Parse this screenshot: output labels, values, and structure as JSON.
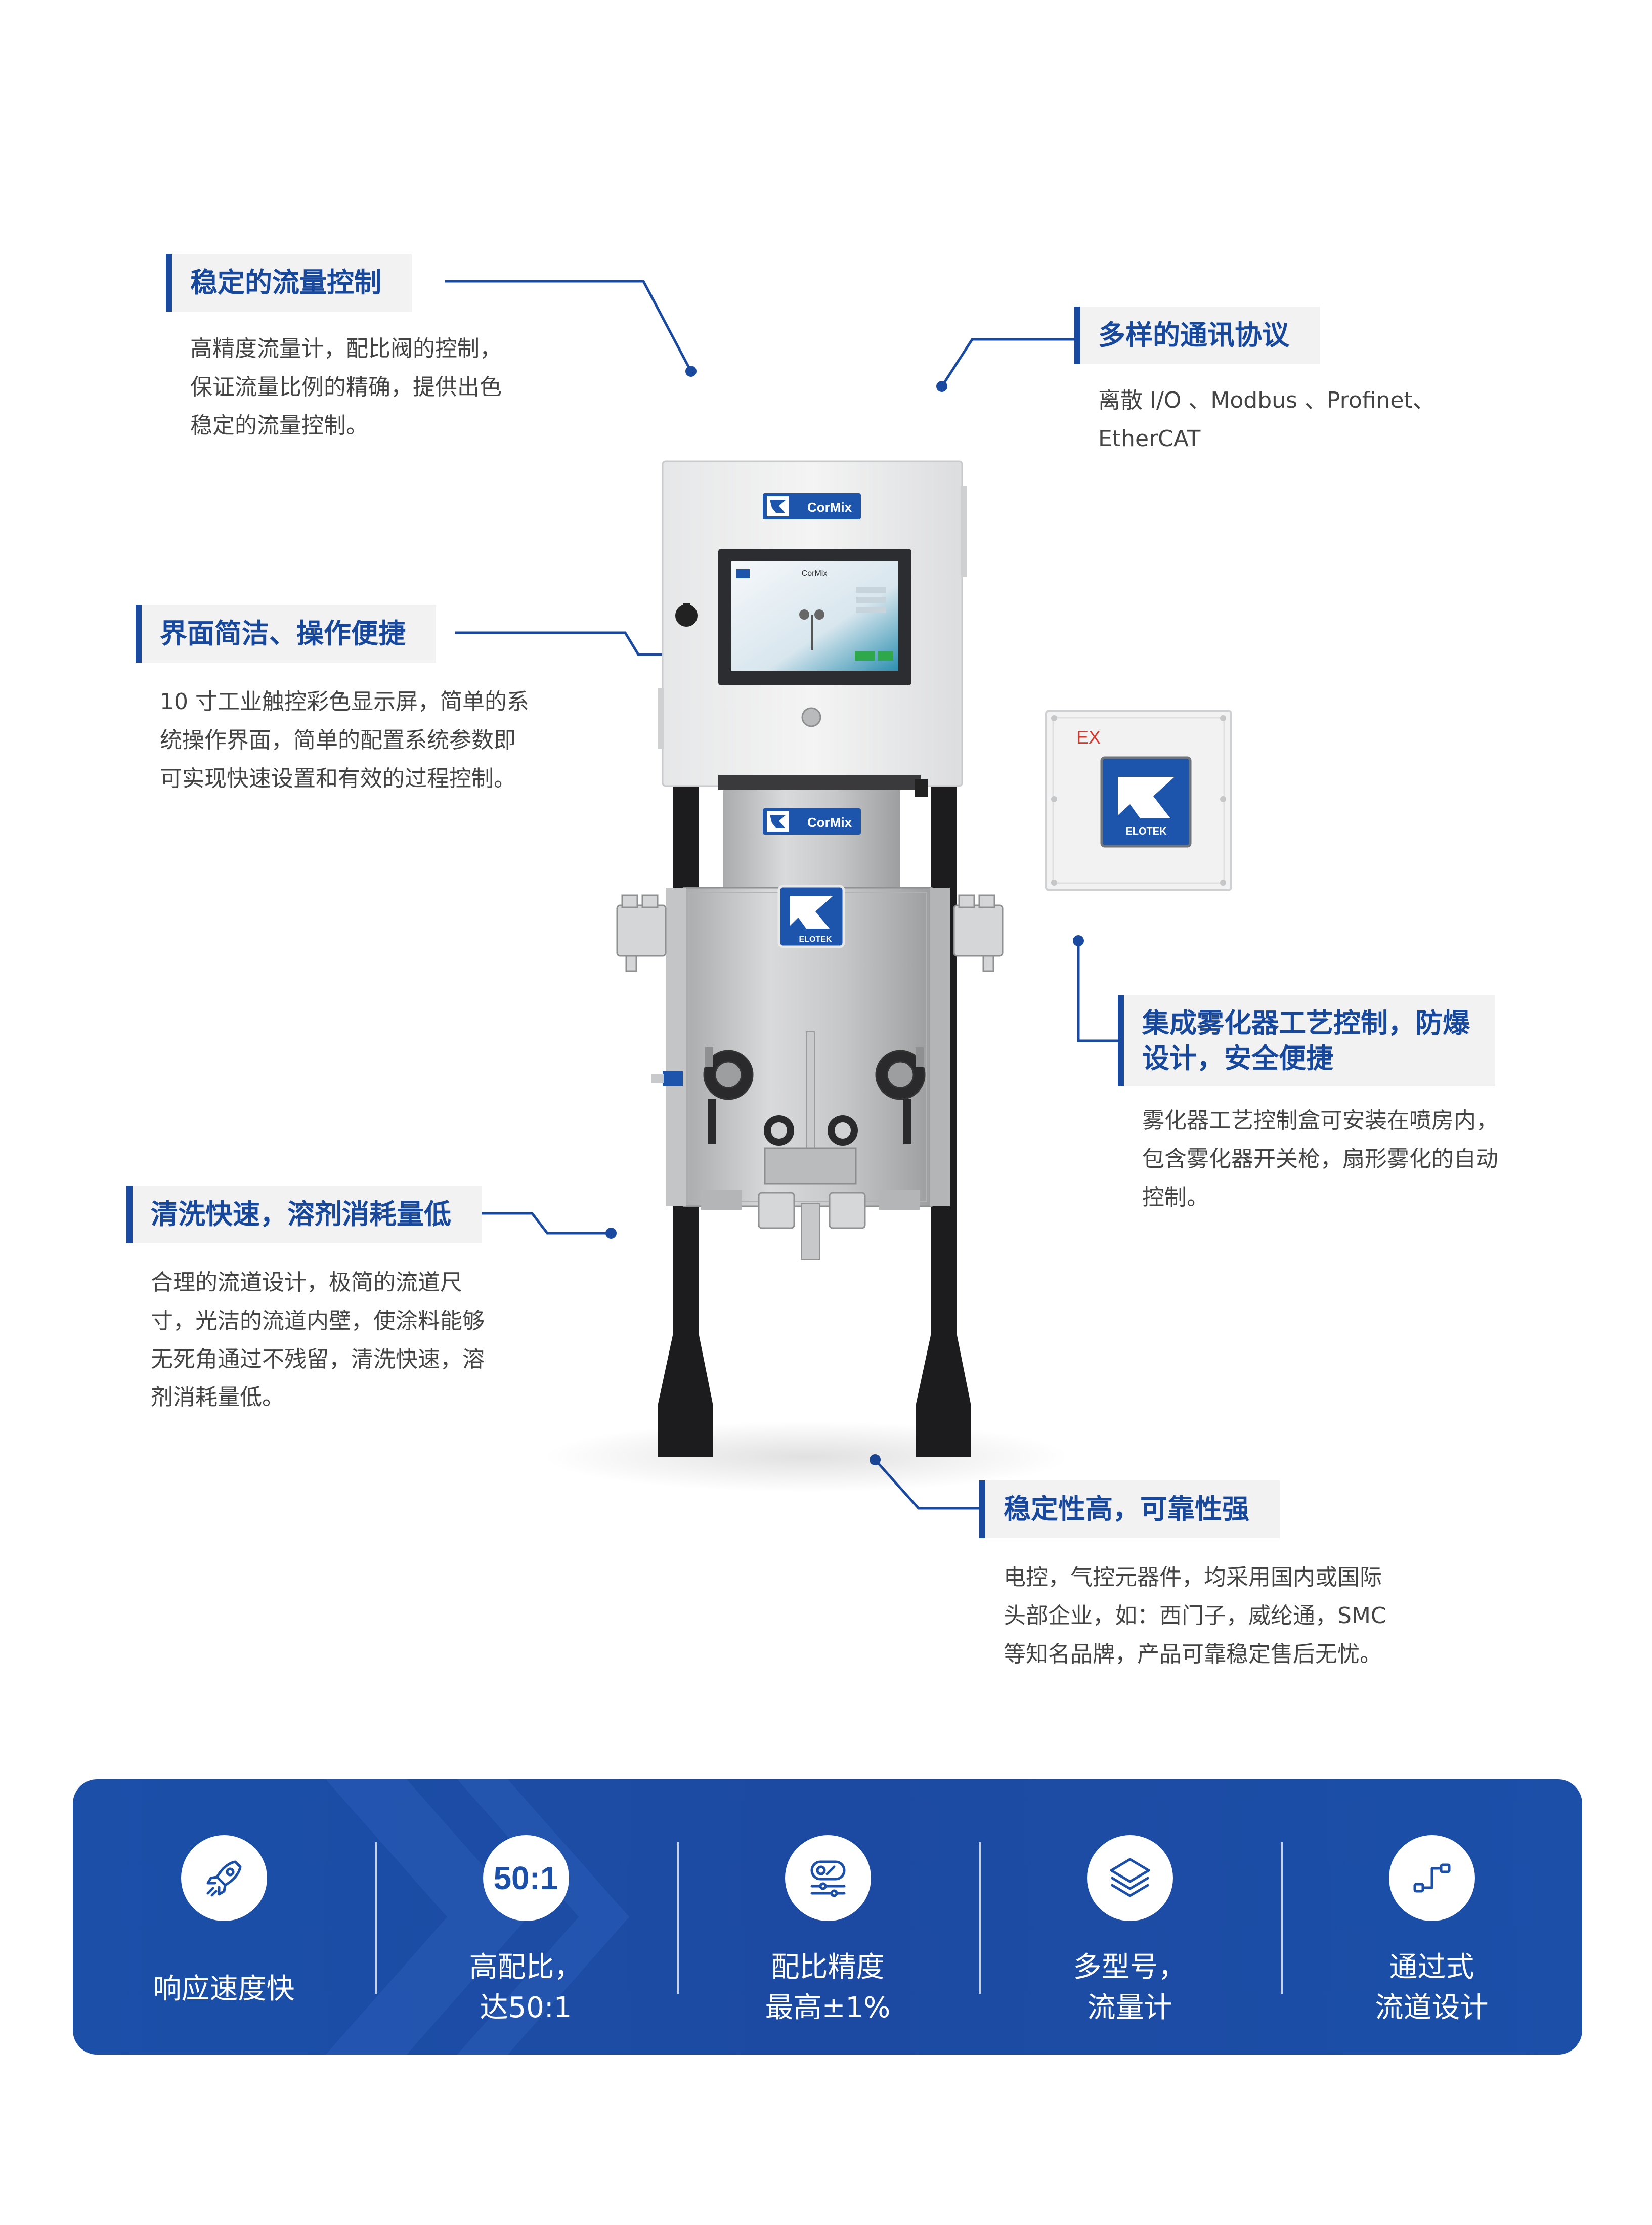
{
  "callouts": {
    "flow_control": {
      "title": "稳定的流量控制",
      "desc": [
        "高精度流量计，配比阀的控制，",
        "保证流量比例的精确，提供出色",
        "稳定的流量控制。"
      ]
    },
    "protocols": {
      "title": "多样的通讯协议",
      "desc": [
        "离散 I/O 、Modbus 、Profinet、",
        "EtherCAT"
      ]
    },
    "interface": {
      "title": "界面简洁、操作便捷",
      "desc": [
        "10 寸工业触控彩色显示屏，简单的系",
        "统操作界面，简单的配置系统参数即",
        "可实现快速设置和有效的过程控制。"
      ]
    },
    "atomizer": {
      "title_lines": [
        "集成雾化器工艺控制，防爆",
        "设计，安全便捷"
      ],
      "desc": [
        "雾化器工艺控制盒可安装在喷房内，",
        "包含雾化器开关枪，扇形雾化的自动",
        "控制。"
      ]
    },
    "cleaning": {
      "title": "清洗快速，溶剂消耗量低",
      "desc": [
        "合理的流道设计，极简的流道尺",
        "寸，光洁的流道内壁，使涂料能够",
        "无死角通过不残留，清洗快速，溶",
        "剂消耗量低。"
      ]
    },
    "reliability": {
      "title": "稳定性高，可靠性强",
      "desc": [
        "电控，气控元器件，均采用国内或国际",
        "头部企业，如：西门子，威纶通，SMC",
        "等知名品牌，产品可靠稳定售后无忧。"
      ]
    }
  },
  "machine": {
    "brand_label": "CorMix",
    "screen_title": "CorMix",
    "ex_box_mark": "EX",
    "logo_text": "ELOTEK"
  },
  "features": [
    {
      "icon": "rocket-icon",
      "lines": [
        "响应速度快"
      ]
    },
    {
      "icon": "ratio-text-icon",
      "icon_text": "50:1",
      "lines": [
        "高配比，",
        "达50:1"
      ]
    },
    {
      "icon": "precision-icon",
      "lines": [
        "配比精度",
        "最高±1%"
      ]
    },
    {
      "icon": "layers-icon",
      "lines": [
        "多型号，",
        "流量计"
      ]
    },
    {
      "icon": "flow-path-icon",
      "lines": [
        "通过式",
        "流道设计"
      ]
    }
  ],
  "colors": {
    "brand_blue": "#1b4fa8",
    "title_blue": "#17489c",
    "ex_red": "#d9362b"
  }
}
